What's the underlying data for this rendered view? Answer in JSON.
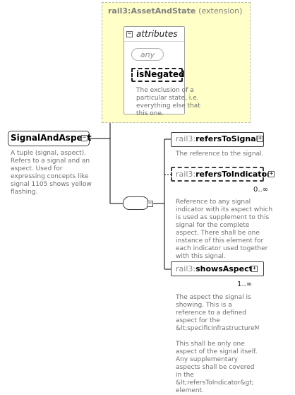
{
  "extension": {
    "title": "rail3:AssetAndState",
    "kind": "(extension)",
    "attributes_label": "attributes",
    "any_label": "any",
    "attribute": {
      "name": "isNegated",
      "doc": "The exclusion of a particular state, i.e. everything else that this one."
    }
  },
  "element": {
    "name": "SignalAndAspect",
    "doc": "A tuple (signal, aspect). Refers to a signal and an aspect. Used for expressing concepts like signal 1105 shows yellow flashing."
  },
  "sequence": {
    "icon": "sequence-icon"
  },
  "children": [
    {
      "ns": "rail3:",
      "name": "refersToSignal",
      "optional": false,
      "cardinality": "",
      "doc": "The reference to the signal."
    },
    {
      "ns": "rail3:",
      "name": "refersToIndicator",
      "optional": true,
      "cardinality": "0..∞",
      "doc": "Reference to any signal indicator with its aspect which is used as supplement to this signal for the complete aspect. There shall be one instance of this element for each indicator used together with this signal."
    },
    {
      "ns": "rail3:",
      "name": "showsAspect",
      "optional": false,
      "cardinality": "1..∞",
      "doc": "The aspect the signal is showing. This is a reference to a defined aspect for the &lt;specificInfrastructureMana\n\nThis shall be only one aspect of the signal itself. Any supplementary aspects shall be covered in the &lt;refersToIndicator&gt; element."
    }
  ],
  "colors": {
    "extension_bg": "#ffffc8",
    "doc_text": "#6f6f6f",
    "namespace_text": "#8a8a8a"
  }
}
